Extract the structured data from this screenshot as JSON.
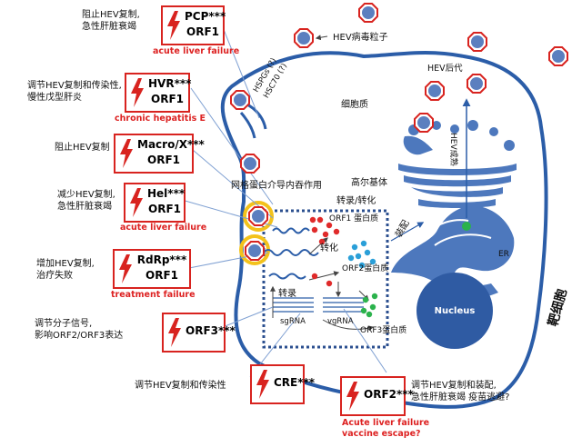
{
  "legend": {
    "virion": "HEV病毒粒子",
    "progeny": "HEV后代",
    "cytoplasm": "细胞质",
    "receptors": "HSPGs (?)\nHSC70 (?)",
    "golgi": "高尔基体",
    "network_proteins": "网格蛋白介导内吞作用",
    "transcription_translation": "转录/转化",
    "orf1_protein": "ORF1  蛋白质",
    "translation": "转化",
    "orf2_protein": "ORF2蛋白质",
    "transcription": "转录",
    "sgrna": "sgRNA",
    "vgrna": "vgRNA",
    "orf3_protein": "ORF3蛋白质",
    "assembly": "装配",
    "hev_maturation": "HEV成熟",
    "er": "ER",
    "nucleus": "Nucleus",
    "target_cell": "靶细胞"
  },
  "domains": [
    {
      "id": "pcp",
      "name": "PCP***",
      "orf": "ORF1",
      "desc": "阻止HEV复制,\n急性肝脏衰竭",
      "outcome": "acute liver failure"
    },
    {
      "id": "hvr",
      "name": "HVR***",
      "orf": "ORF1",
      "desc": "调节HEV复制和传染性,\n慢性戊型肝炎",
      "outcome": "chronic hepatitis E"
    },
    {
      "id": "macro",
      "name": "Macro/X***",
      "orf": "ORF1",
      "desc": "阻止HEV复制",
      "outcome": ""
    },
    {
      "id": "hel",
      "name": "Hel***",
      "orf": "ORF1",
      "desc": "减少HEV复制,\n急性肝脏衰竭",
      "outcome": "acute liver failure"
    },
    {
      "id": "rdrp",
      "name": "RdRp***",
      "orf": "ORF1",
      "desc": "增加HEV复制,\n治疗失败",
      "outcome": "treatment failure"
    },
    {
      "id": "orf3",
      "name": "ORF3***",
      "orf": "",
      "desc": "调节分子信号,\n影响ORF2/ORF3表达",
      "outcome": ""
    },
    {
      "id": "cre",
      "name": "CRE***",
      "orf": "",
      "desc": "调节HEV复制和传染性",
      "outcome": ""
    },
    {
      "id": "orf2",
      "name": "ORF2***",
      "orf": "",
      "desc": "调节HEV复制和装配,\n急性肝脏衰竭    疫苗逃避?",
      "outcome": "Acute liver failure\nvaccine escape?"
    }
  ],
  "colors": {
    "accent": "#d8231f",
    "cell": "#2b5da8",
    "organelle": "#5077b8",
    "nucleus": "#2f5ba3"
  }
}
